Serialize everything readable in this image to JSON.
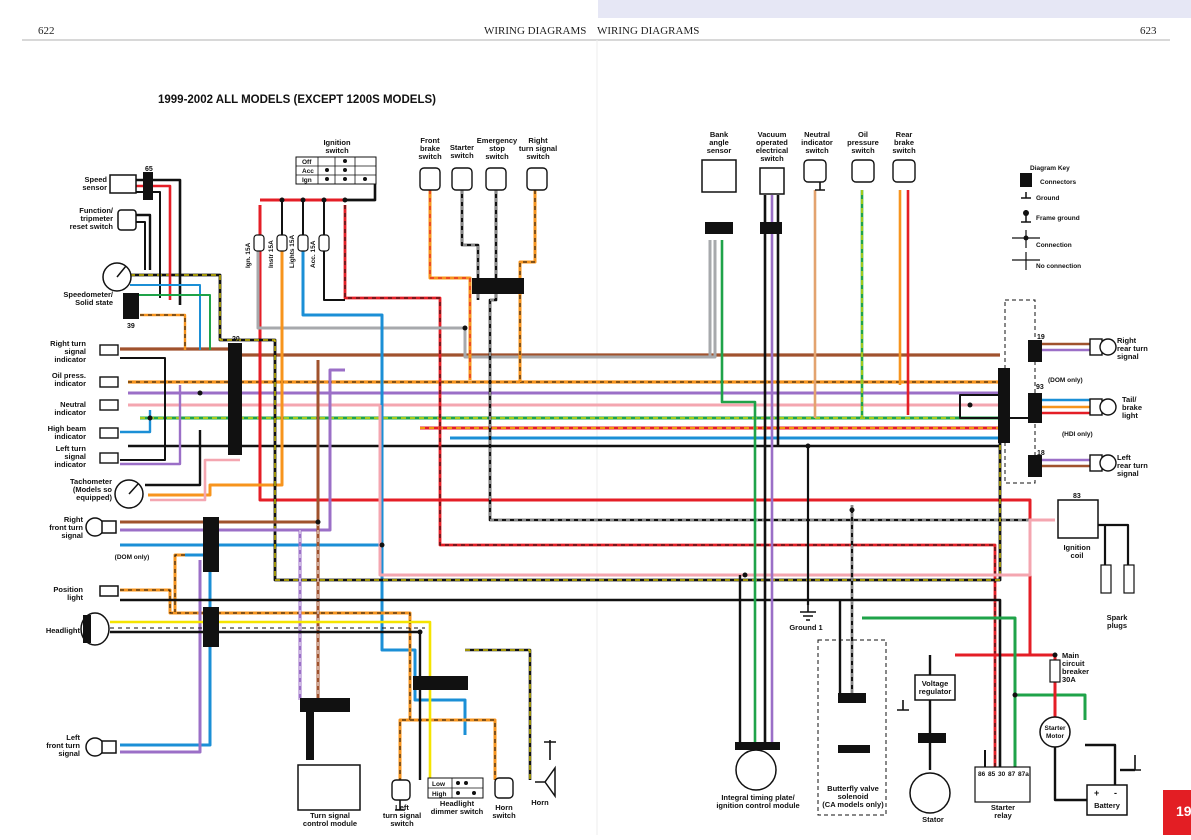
{
  "header": {
    "page_left": "622",
    "page_right": "623",
    "title_left": "WIRING DIAGRAMS",
    "title_right": "WIRING DIAGRAMS",
    "corner_tab": "19"
  },
  "diagram_title": "1999-2002 ALL MODELS (EXCEPT 1200S MODELS)",
  "colors": {
    "black": "#111111",
    "red": "#e41e26",
    "orange": "#f7941d",
    "brown": "#a0522d",
    "violet": "#9b6fc7",
    "blue": "#1b8fd6",
    "green": "#1fa349",
    "yellow": "#f5e400",
    "gray": "#a7a9ac",
    "tan": "#e3a36f",
    "pink": "#f4a6b0",
    "white": "#ffffff",
    "tab_red": "#e31e24",
    "header_band": "#e6e7f5"
  },
  "components": {
    "speed_sensor": "Speed\nsensor",
    "function_switch": "Function/\ntripmeter\nreset switch",
    "speedometer": "Speedometer/\nSolid state",
    "right_turn_indicator": "Right turn\nsignal\nindicator",
    "oil_press_indicator": "Oil press.\nindicator",
    "neutral_indicator": "Neutral\nindicator",
    "high_beam_indicator": "High beam\nindicator",
    "left_turn_indicator": "Left turn\nsignal\nindicator",
    "tachometer": "Tachometer\n(Models so\nequipped)",
    "right_front_turn": "Right\nfront turn\nsignal",
    "dom_only_front": "(DOM only)",
    "position_light": "Position\nlight",
    "headlight": "Headlight",
    "left_front_turn": "Left\nfront turn\nsignal",
    "ignition_switch": "Ignition\nswitch",
    "ignition_rows": [
      "Off",
      "Acc",
      "Ign"
    ],
    "fuses": [
      "Ign. 15A",
      "Instr 15A",
      "Lights 15A",
      "Acc. 15A"
    ],
    "front_brake_switch": "Front\nbrake\nswitch",
    "starter_switch": "Starter\nswitch",
    "emergency_stop": "Emergency\nstop\nswitch",
    "right_turn_switch": "Right\nturn signal\nswitch",
    "turn_signal_module": "Turn signal\ncontrol module",
    "left_turn_switch": "Left\nturn signal\nswitch",
    "headlight_dimmer": "Headlight\ndimmer switch",
    "dimmer_rows": [
      "Low",
      "High"
    ],
    "horn_switch": "Horn\nswitch",
    "horn": "Horn",
    "bank_angle": "Bank\nangle\nsensor",
    "vacuum_switch": "Vacuum\noperated\nelectrical\nswitch",
    "neutral_switch": "Neutral\nindicator\nswitch",
    "oil_pressure_switch": "Oil\npressure\nswitch",
    "rear_brake_switch": "Rear\nbrake\nswitch",
    "timing_plate": "Integral timing plate/\nignition control module",
    "ground1": "Ground 1",
    "butterfly_valve": "Butterfly valve\nsolenoid\n(CA models only)",
    "voltage_regulator": "Voltage\nregulator",
    "stator": "Stator",
    "starter_relay": "Starter\nrelay",
    "relay_pins": [
      "86",
      "85",
      "30",
      "87",
      "87a"
    ],
    "starter_motor": "Starter\nMotor",
    "battery": "Battery",
    "main_breaker": "Main\ncircuit\nbreaker\n30A",
    "ignition_coil": "Ignition\ncoil",
    "spark_plugs": "Spark\nplugs",
    "right_rear_turn": "Right\nrear turn\nsignal",
    "dom_only_rear": "(DOM only)",
    "tail_brake": "Tail/\nbrake\nlight",
    "hdi_only": "(HDI only)",
    "left_rear_turn": "Left\nrear turn\nsignal"
  },
  "connector_numbers": [
    "65",
    "39",
    "20",
    "19",
    "93",
    "18",
    "83"
  ],
  "diagram_key": {
    "title": "Diagram Key",
    "items": [
      "Connectors",
      "Ground",
      "Frame ground",
      "Connection",
      "No connection"
    ]
  }
}
